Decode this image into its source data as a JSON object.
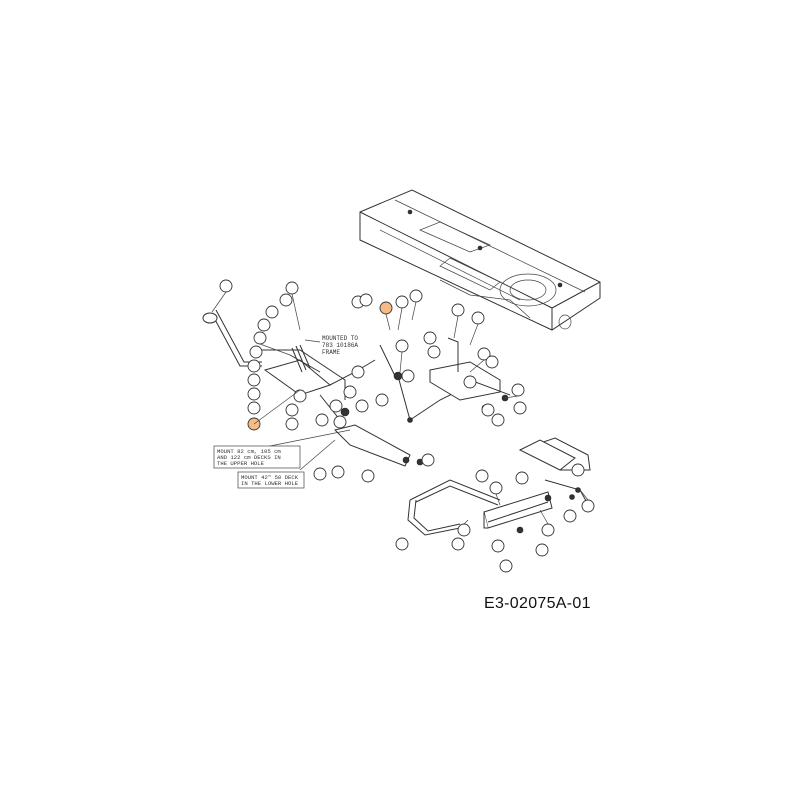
{
  "figure_code": "E3-02075A-01",
  "notes": {
    "frame_note": [
      "MOUNTED TO",
      "783 10186A",
      "FRAME"
    ],
    "upper_hole_note": [
      "MOUNT 82 cm, 105 cm",
      "AND 122 cm DECKS IN",
      "THE UPPER HOLE"
    ],
    "lower_hole_note": [
      "MOUNT 42\" 50 DECK",
      "IN THE LOWER HOLE"
    ]
  },
  "highlight_color": "#f4a460",
  "line_color": "#333333"
}
